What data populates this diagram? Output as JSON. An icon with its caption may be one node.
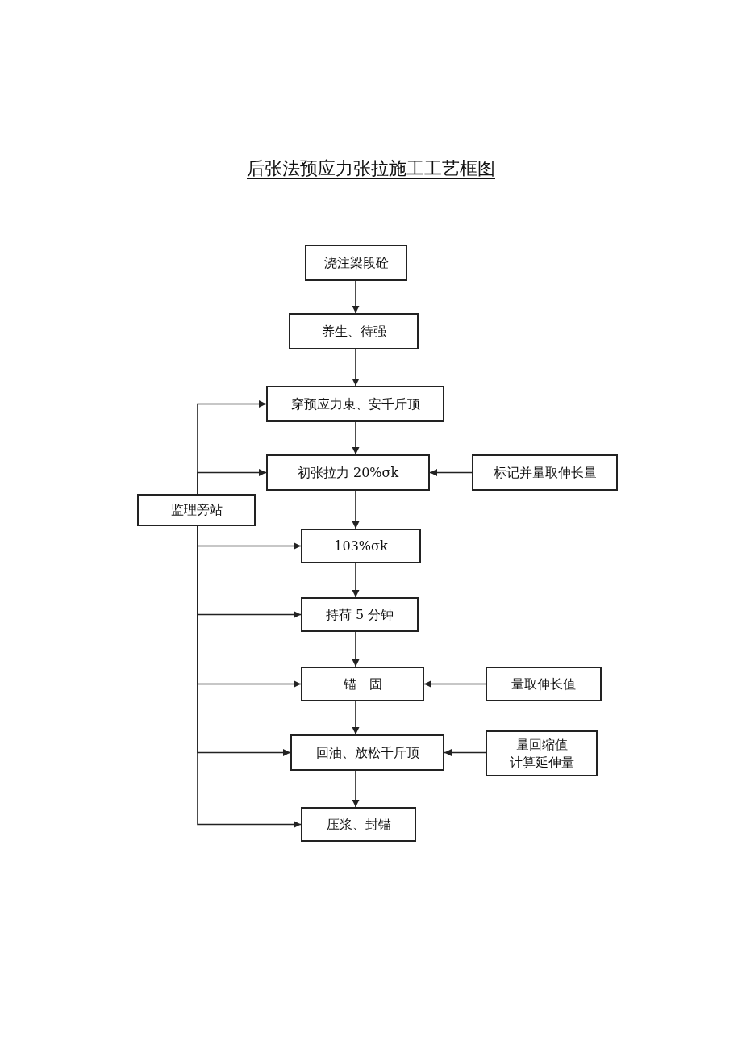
{
  "diagram": {
    "title": "后张法预应力张拉施工工艺框图",
    "nodes": [
      {
        "text": [
          "浇注梁段砼"
        ]
      },
      {
        "text": [
          "养生、待强"
        ]
      },
      {
        "text": [
          "穿预应力束、安千斤顶"
        ]
      },
      {
        "text": [
          "初张拉力 20%σk"
        ]
      },
      {
        "text": [
          "标记并量取伸长量"
        ]
      },
      {
        "text": [
          "监理旁站"
        ]
      },
      {
        "text": [
          "103%σk"
        ]
      },
      {
        "text": [
          "持荷 5 分钟"
        ]
      },
      {
        "text": [
          "锚　固"
        ]
      },
      {
        "text": [
          "量取伸长值"
        ]
      },
      {
        "text": [
          "回油、放松千斤顶"
        ]
      },
      {
        "text": [
          "量回缩值",
          "计算延伸量"
        ]
      },
      {
        "text": [
          "压浆、封锚"
        ]
      }
    ],
    "edges": [
      {
        "from": 0,
        "to": 1,
        "arrow": "to"
      },
      {
        "from": 1,
        "to": 2,
        "arrow": "to"
      },
      {
        "from": 2,
        "to": 3,
        "arrow": "to"
      },
      {
        "from": 3,
        "to": 6,
        "arrow": "to"
      },
      {
        "from": 6,
        "to": 7,
        "arrow": "to"
      },
      {
        "from": 7,
        "to": 8,
        "arrow": "to"
      },
      {
        "from": 8,
        "to": 10,
        "arrow": "to"
      },
      {
        "from": 10,
        "to": 12,
        "arrow": "to"
      },
      {
        "from": 4,
        "to": 3,
        "arrow": "to"
      },
      {
        "from": 9,
        "to": 8,
        "arrow": "to"
      },
      {
        "from": 11,
        "to": 10,
        "arrow": "to"
      },
      {
        "from": 5,
        "to": 2,
        "arrow": "to"
      },
      {
        "from": 5,
        "to": 3,
        "arrow": "to"
      },
      {
        "from": 5,
        "to": 6,
        "arrow": "to"
      },
      {
        "from": 5,
        "to": 7,
        "arrow": "to"
      },
      {
        "from": 5,
        "to": 8,
        "arrow": "to"
      },
      {
        "from": 5,
        "to": 10,
        "arrow": "to"
      },
      {
        "from": 5,
        "to": 12,
        "arrow": "to"
      }
    ]
  }
}
